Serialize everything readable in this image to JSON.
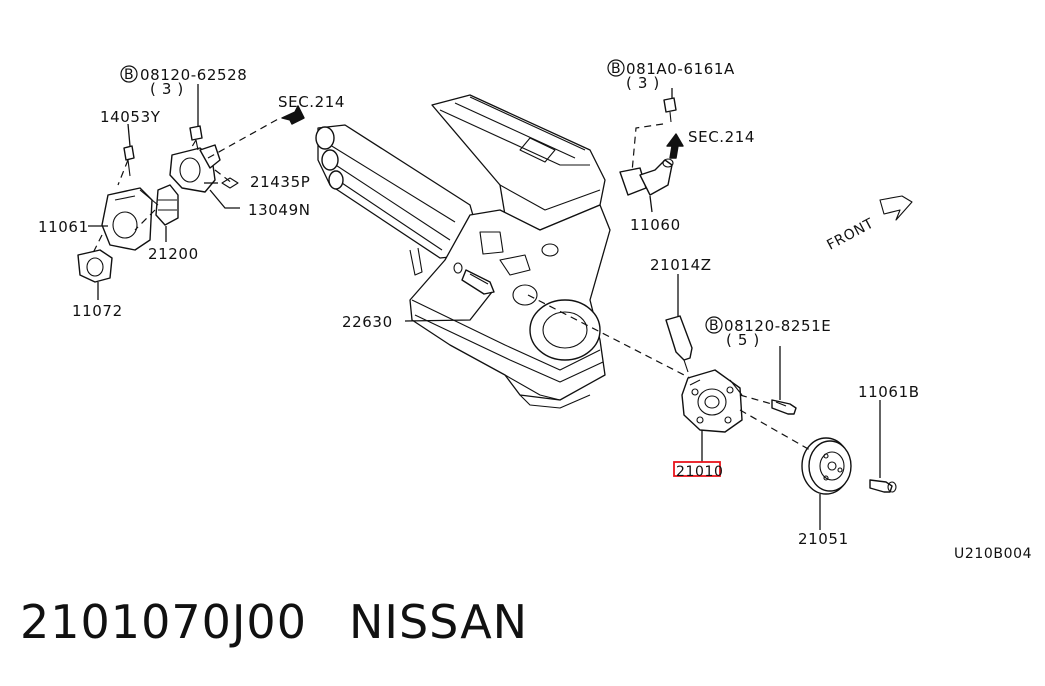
{
  "callouts": {
    "bolt_b_left": "08120-62528",
    "bolt_b_left_qty": "( 3 )",
    "p14053y": "14053Y",
    "sec214_left": "SEC.214",
    "p21435p": "21435P",
    "p13049n": "13049N",
    "p11061": "11061",
    "p21200": "21200",
    "p11072": "11072",
    "bolt_b_right": "081A0-6161A",
    "bolt_b_right_qty": "( 3 )",
    "sec214_right": "SEC.214",
    "p11060": "11060",
    "front": "FRONT",
    "p21014z": "21014Z",
    "p22630": "22630",
    "bolt_b_pump": "08120-8251E",
    "bolt_b_pump_qty": "( 5 )",
    "p11061b": "11061B",
    "p21010": "21010",
    "p21051": "21051",
    "drawing_code": "U210B004",
    "b_marker": "B"
  },
  "footer": {
    "part_number": "2101070J00",
    "brand": "NISSAN"
  },
  "highlight_color": "#e8141c"
}
